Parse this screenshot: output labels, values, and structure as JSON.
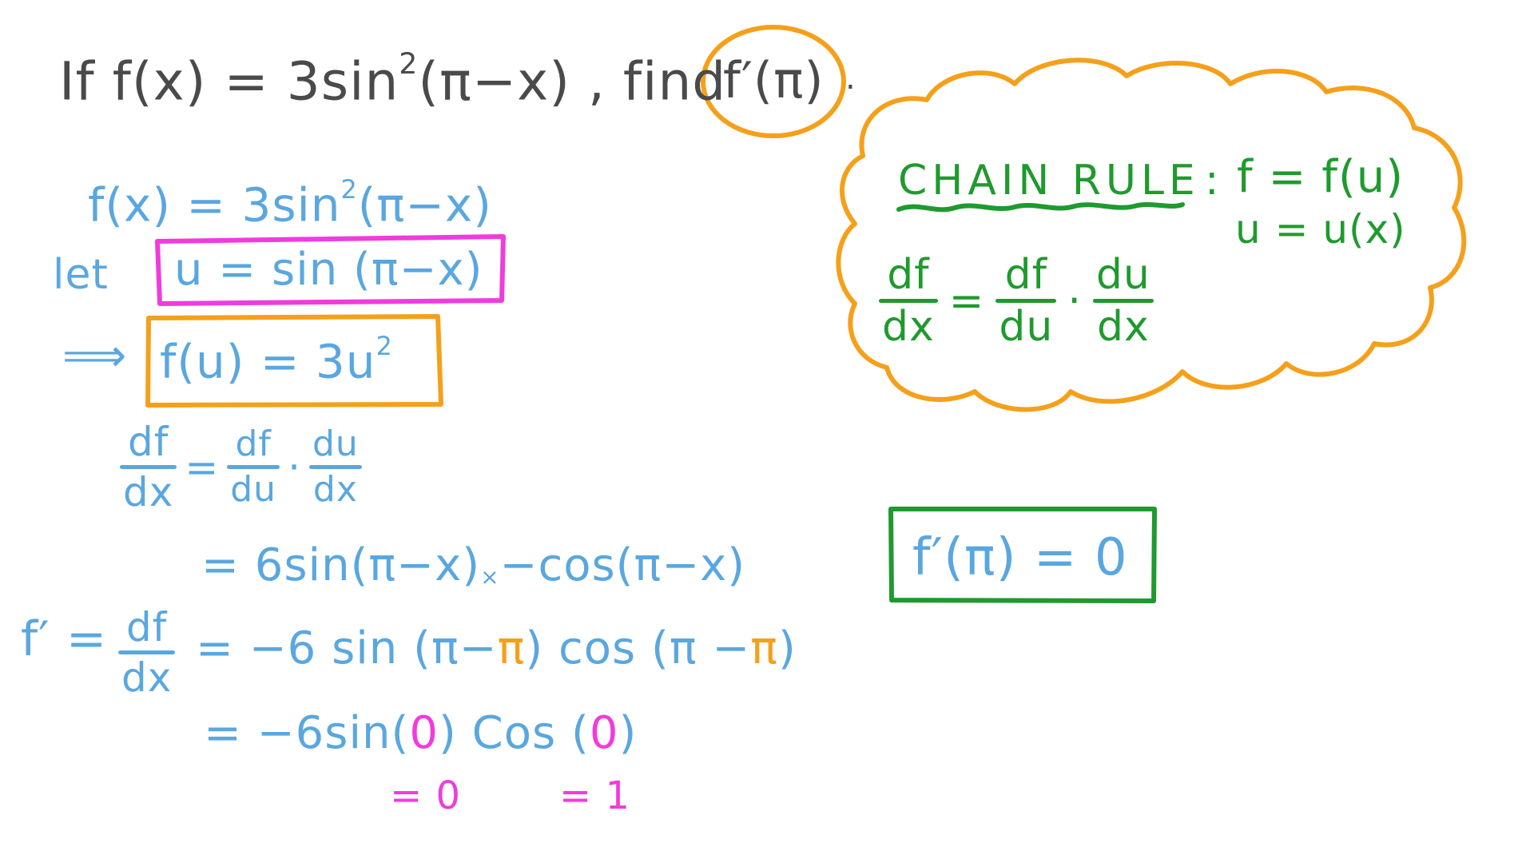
{
  "colors": {
    "question_ink": "#4a4a4a",
    "working_ink": "#5aa7df",
    "highlight_magenta": "#f03cdc",
    "highlight_orange": "#f5a01a",
    "chain_rule_green": "#1f9a2e",
    "background": "#ffffff"
  },
  "question": {
    "prefix": "If f(x) = 3sin",
    "exponent": "2",
    "suffix": "(π−x) , find",
    "target": "f′(π)",
    "end_punct": "."
  },
  "working": {
    "line1": {
      "lhs": "f(x) = 3sin",
      "exp": "2",
      "rhs": "(π−x)"
    },
    "line2": {
      "label": "let",
      "boxed": "u = sin (π−x)"
    },
    "line3": {
      "arrow": "⟹",
      "boxed": "f(u) = 3u",
      "exp": "2"
    },
    "line4": {
      "lhs_num": "df",
      "lhs_den": "dx",
      "equals": "=",
      "f1_num": "df",
      "f1_den": "du",
      "dot": "·",
      "f2_num": "du",
      "f2_den": "dx"
    },
    "line5": {
      "text": "= 6sin(π−x)",
      "times": "×",
      "rest": "−cos(π−x)"
    },
    "line6": {
      "lhs": "f′ =",
      "frac_num": "df",
      "frac_den": "dx",
      "part1": "= −6 sin (π−",
      "pi1": "π",
      "part2": ") cos (π −",
      "pi2": "π",
      "part3": ")"
    },
    "line7": {
      "part1": "= −6sin(",
      "zero1": "0",
      "part2": ") Cos (",
      "zero2": "0",
      "part3": ")"
    },
    "line8": {
      "sin_value": "= 0",
      "cos_value": "= 1"
    }
  },
  "chain_rule": {
    "title": "CHAIN RULE",
    "colon": ":",
    "def1": "f = f(u)",
    "def2": "u = u(x)",
    "lhs_num": "df",
    "lhs_den": "dx",
    "equals": "=",
    "f1_num": "df",
    "f1_den": "du",
    "dot": "·",
    "f2_num": "du",
    "f2_den": "dx"
  },
  "answer": {
    "text": "f′(π) = 0"
  }
}
